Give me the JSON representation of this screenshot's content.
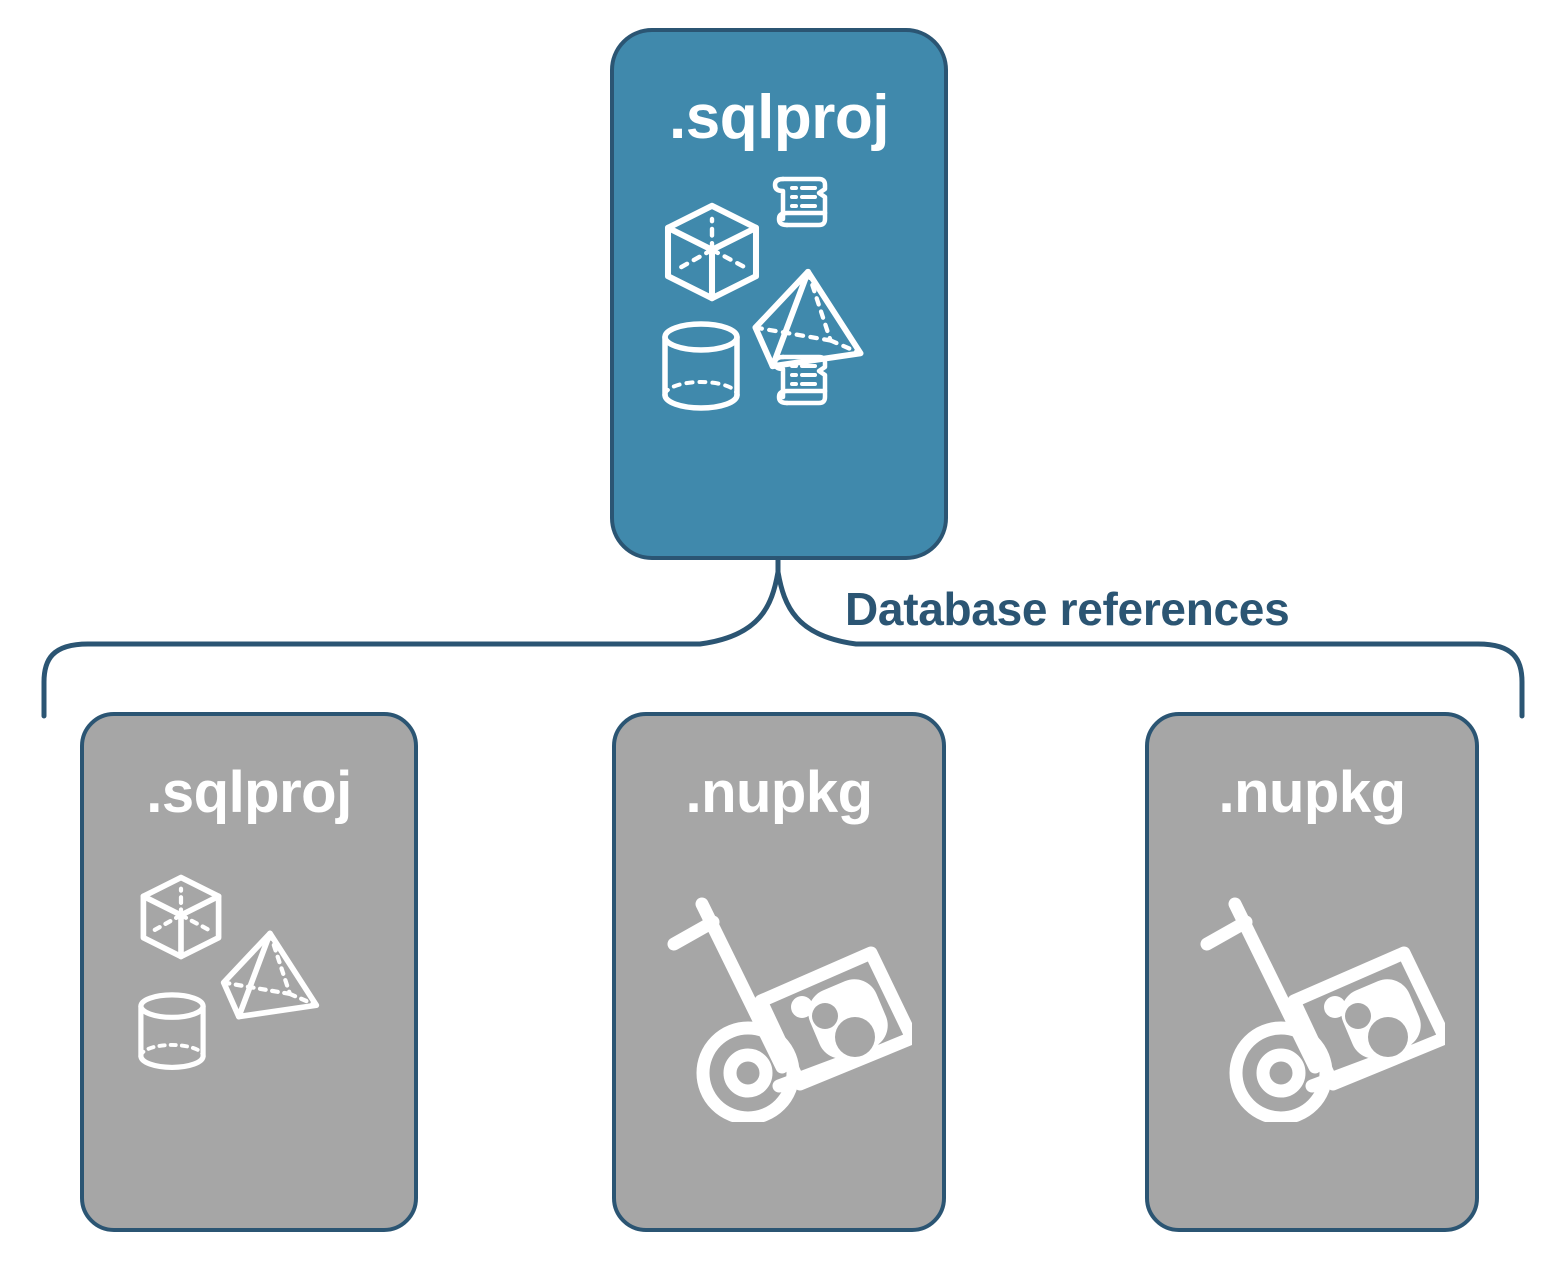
{
  "diagram": {
    "title": "Database references",
    "colors": {
      "accent_blue_fill": "#4089AC",
      "gray_fill": "#A6A6A6",
      "outline": "#2B5573",
      "label_text": "#FFFFFF",
      "caption_text": "#2B5573",
      "background": "#FFFFFF"
    },
    "connector": {
      "label": "Database references",
      "style": "curly-brace",
      "parent": "sqlproj-top",
      "children": [
        "sqlproj-bottom-left",
        "nupkg-middle",
        "nupkg-right"
      ]
    },
    "nodes": [
      {
        "id": "sqlproj-top",
        "label": ".sqlproj",
        "role": "parent-project",
        "fill": "#4089AC",
        "icons": [
          "cube-icon",
          "pyramid-icon",
          "cylinder-icon",
          "script-scroll-icon",
          "script-scroll-icon"
        ]
      },
      {
        "id": "sqlproj-bottom-left",
        "label": ".sqlproj",
        "role": "referenced-project",
        "fill": "#A6A6A6",
        "icons": [
          "cube-icon",
          "pyramid-icon",
          "cylinder-icon"
        ]
      },
      {
        "id": "nupkg-middle",
        "label": ".nupkg",
        "role": "referenced-package",
        "fill": "#A6A6A6",
        "icons": [
          "nuget-hand-truck-icon"
        ]
      },
      {
        "id": "nupkg-right",
        "label": ".nupkg",
        "role": "referenced-package",
        "fill": "#A6A6A6",
        "icons": [
          "nuget-hand-truck-icon"
        ]
      }
    ]
  }
}
